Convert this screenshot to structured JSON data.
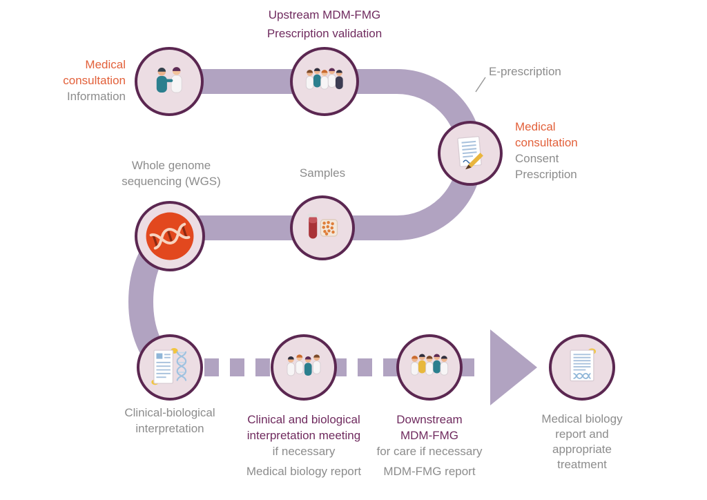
{
  "colors": {
    "path": "#b1a3c1",
    "node_fill": "#ecdde3",
    "node_border": "#5b2751",
    "accent_orange": "#e2603a",
    "accent_purple": "#6f2a5e",
    "text_gray": "#8c8c8c"
  },
  "steps": {
    "consultation1": {
      "title": "Medical\nconsultation",
      "subtitle": "Information",
      "icon": "doctor-patient-icon"
    },
    "upstream": {
      "title": "Upstream MDM-FMG\nPrescription validation",
      "icon": "upstream-team-icon"
    },
    "eprescription": {
      "label": "E-prescription"
    },
    "consultation2": {
      "title": "Medical\nconsultation",
      "subtitle": "Consent\nPrescription",
      "icon": "prescription-pen-icon"
    },
    "samples": {
      "title": "Samples",
      "icon": "samples-icon"
    },
    "wgs": {
      "title": "Whole genome\nsequencing (WGS)",
      "icon": "dna-sequencing-icon"
    },
    "interpretation": {
      "title": "Clinical-biological\ninterpretation",
      "icon": "clinical-report-dna-icon"
    },
    "meeting": {
      "title": "Clinical and biological\ninterpretation meeting",
      "note": "if necessary",
      "subtitle": "Medical biology report",
      "icon": "meeting-team-icon"
    },
    "downstream": {
      "title": "Downstream\nMDM-FMG",
      "note": "for care if necessary",
      "subtitle": "MDM-FMG report",
      "icon": "care-team-icon"
    },
    "final_report": {
      "title": "Medical biology\nreport and\nappropriate\ntreatment",
      "icon": "medical-report-icon"
    }
  }
}
